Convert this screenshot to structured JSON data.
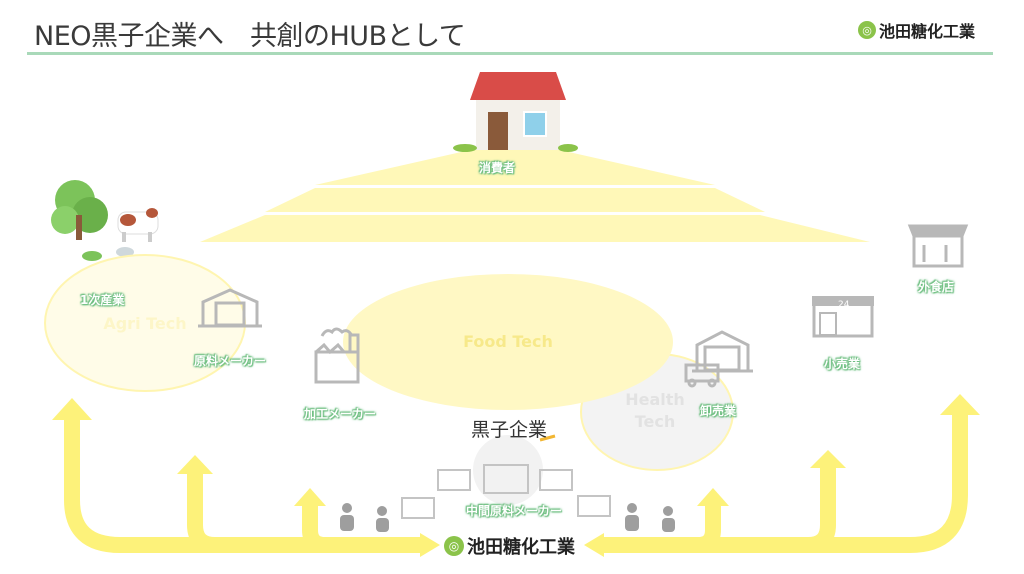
{
  "header": {
    "title": "NEO黒子企業へ　共創のHUBとして",
    "logo_text": "池田糖化工業"
  },
  "labels": {
    "consumer": "消費者",
    "primary": "1次産業",
    "raw_maker": "原料メーカー",
    "processing_maker": "加工メーカー",
    "wholesale": "卸売業",
    "retail": "小売業",
    "restaurant": "外食店",
    "intermediate_maker": "中間原料メーカー"
  },
  "tech": {
    "agri": "Agri Tech",
    "food": "Food Tech",
    "health_1": "Health",
    "health_2": "Tech"
  },
  "center": {
    "kuroko": "黒子企業",
    "logo_text": "池田糖化工業"
  },
  "store_sign": "24",
  "colors": {
    "accent_green": "#6fbf82",
    "arrow_yellow": "#fdf27a",
    "pyramid_yellow": "#fff8b8",
    "rule": "#a9d9b9"
  }
}
